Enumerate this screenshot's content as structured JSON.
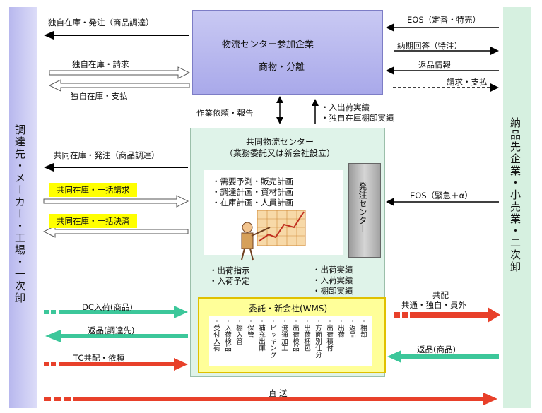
{
  "left_column": {
    "label": "調達先・メーカー・工場・一次卸"
  },
  "right_column": {
    "label": "納品先企業・小売業・二次卸"
  },
  "top_box": {
    "title": "物流センター参加企業",
    "subtitle": "商物・分離"
  },
  "left_top_flows": {
    "order": "独自在庫・発注（商品調達）",
    "billing": "独自在庫・請求",
    "payment": "独自在庫・支払"
  },
  "right_top_flows": {
    "eos": "EOS（定番・特売）",
    "delivery_reply": "納期回答（特注）",
    "returns_info": "返品情報",
    "billing_payment": "請求・支払"
  },
  "middle_flows": {
    "request_report": "作業依頼・報告",
    "results_1": "・入出荷実績",
    "results_2": "・独自在庫棚卸実績"
  },
  "center": {
    "title_1": "共同物流センター",
    "title_2": "（業務委託又は新会社設立）",
    "plans": [
      "・需要予測・販売計画",
      "・調達計画・資材計画",
      "・在庫計画・人員計画"
    ],
    "ordering_center": "発注センター"
  },
  "left_mid_flows": {
    "shared_order": "共同在庫・発注（商品調達）",
    "bulk_billing": "共同在庫・一括請求",
    "bulk_settlement": "共同在庫・一括決済"
  },
  "right_mid_flows": {
    "eos_urgent": "EOS（緊急＋α）"
  },
  "inner_flows": {
    "instructions": [
      "・出荷指示",
      "・入荷予定"
    ],
    "results": [
      "・出荷実績",
      "・入荷実績",
      "・棚卸実績"
    ]
  },
  "wms": {
    "title": "委託・新会社(WMS)",
    "items": [
      "・受付入荷",
      "・入荷検品",
      "・棚入管",
      "・保管",
      "・補充出庫",
      "・ピッキング",
      "・流通加工",
      "・出荷検品",
      "・出荷梱包",
      "・方面別仕分",
      "・出荷積付",
      "・出荷",
      "・返品",
      "・棚卸"
    ]
  },
  "bottom_flows": {
    "dc_inbound": "DC入荷(商品)",
    "returns_procure": "返品(調達先)",
    "tc_request": "TC共配・依頼",
    "returns_goods": "返品(商品)",
    "shared_delivery_title": "共配",
    "shared_delivery_sub": "共通・独自・員外",
    "direct": "直 送"
  },
  "colors": {
    "column": "#c8c8f0",
    "right_column": "#d6f0e0",
    "green_arrow": "#3cc79a",
    "red_arrow": "#e8402a",
    "highlight": "#ffff00"
  }
}
